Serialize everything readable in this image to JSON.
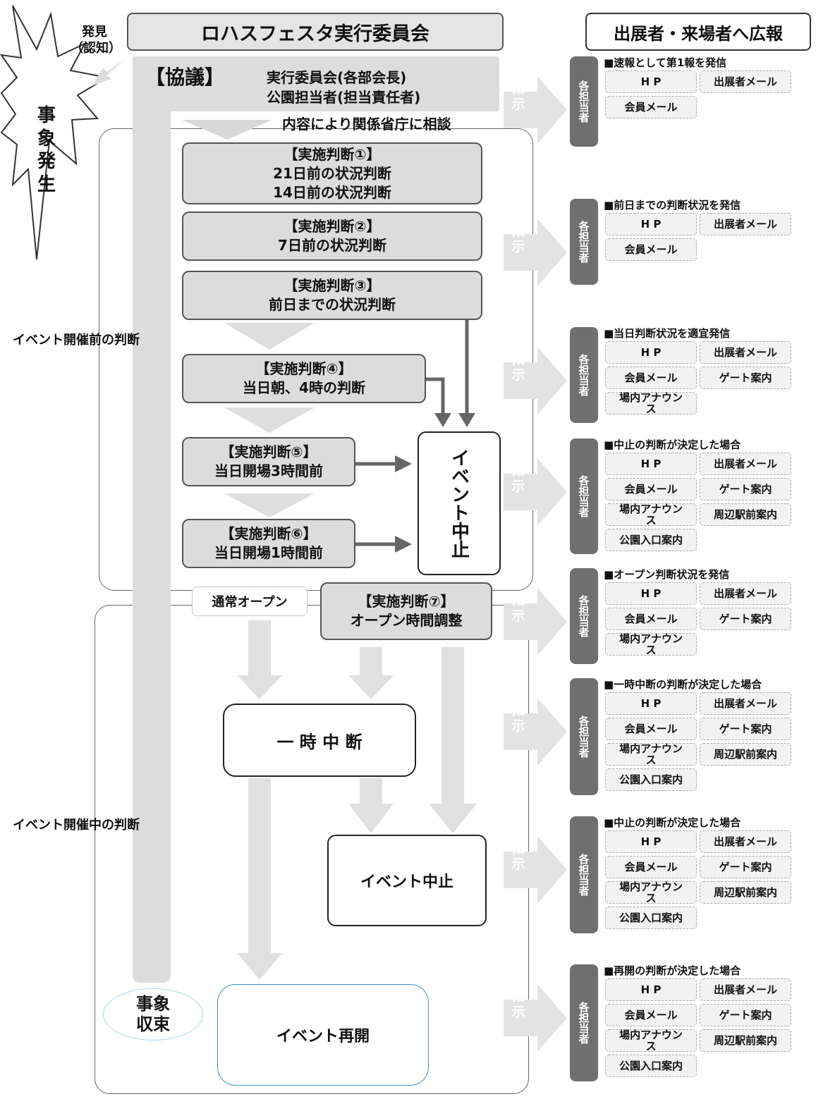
{
  "header": {
    "title": "ロハスフェスタ実行委員会",
    "pr_title": "出展者・来場者へ広報",
    "event_occur": "事 象 発 生",
    "discover": "発見（認知）"
  },
  "consult": {
    "title": "【協議】",
    "line1": "実行委員会(各部会長)",
    "line2": "公園担当者(担当責任者)",
    "note": "内容により関係省庁に相談"
  },
  "sections": {
    "before": "イベント開催前の判断",
    "during": "イベント開催中の判断"
  },
  "judgments": [
    {
      "title": "【実施判断①】",
      "line1": "21日前の状況判断",
      "line2": "14日前の状況判断"
    },
    {
      "title": "【実施判断②】",
      "line1": "7日前の状況判断"
    },
    {
      "title": "【実施判断③】",
      "line1": "前日までの状況判断"
    },
    {
      "title": "【実施判断④】",
      "line1": "当日朝、4時の判断"
    },
    {
      "title": "【実施判断⑤】",
      "line1": "当日開場3時間前"
    },
    {
      "title": "【実施判断⑥】",
      "line1": "当日開場1時間前"
    },
    {
      "title": "【実施判断⑦】",
      "line1": "オープン時間調整"
    }
  ],
  "outcomes": {
    "cancel_pre": "イベント中止",
    "normal_open": "通常オープン",
    "pause": "一 時 中 断",
    "cancel": "イベント中止",
    "resume": "イベント再開",
    "converge": "事象 収束"
  },
  "instruction_label": "指示",
  "tantou_label": "各担当者",
  "pr_groups": [
    {
      "title": "■速報として第1報を発信",
      "items": [
        "H P",
        "出展者メール",
        "会員メール"
      ]
    },
    {
      "title": "■前日までの判断状況を発信",
      "items": [
        "H P",
        "出展者メール",
        "会員メール"
      ]
    },
    {
      "title": "■当日判断状況を適宜発信",
      "items": [
        "H P",
        "出展者メール",
        "会員メール",
        "ゲート案内",
        "場内アナウンス"
      ]
    },
    {
      "title": "■中止の判断が決定した場合",
      "items": [
        "H P",
        "出展者メール",
        "会員メール",
        "ゲート案内",
        "場内アナウンス",
        "周辺駅前案内",
        "公園入口案内"
      ]
    },
    {
      "title": "■オープン判断状況を発信",
      "items": [
        "H P",
        "出展者メール",
        "会員メール",
        "ゲート案内",
        "場内アナウンス"
      ]
    },
    {
      "title": "■一時中断の判断が決定した場合",
      "items": [
        "H P",
        "出展者メール",
        "会員メール",
        "ゲート案内",
        "場内アナウンス",
        "周辺駅前案内",
        "公園入口案内"
      ]
    },
    {
      "title": "■中止の判断が決定した場合",
      "items": [
        "H P",
        "出展者メール",
        "会員メール",
        "ゲート案内",
        "場内アナウンス",
        "周辺駅前案内",
        "公園入口案内"
      ]
    },
    {
      "title": "■再開の判断が決定した場合",
      "items": [
        "H P",
        "出展者メール",
        "会員メール",
        "ゲート案内",
        "場内アナウンス",
        "周辺駅前案内",
        "公園入口案内"
      ]
    }
  ]
}
